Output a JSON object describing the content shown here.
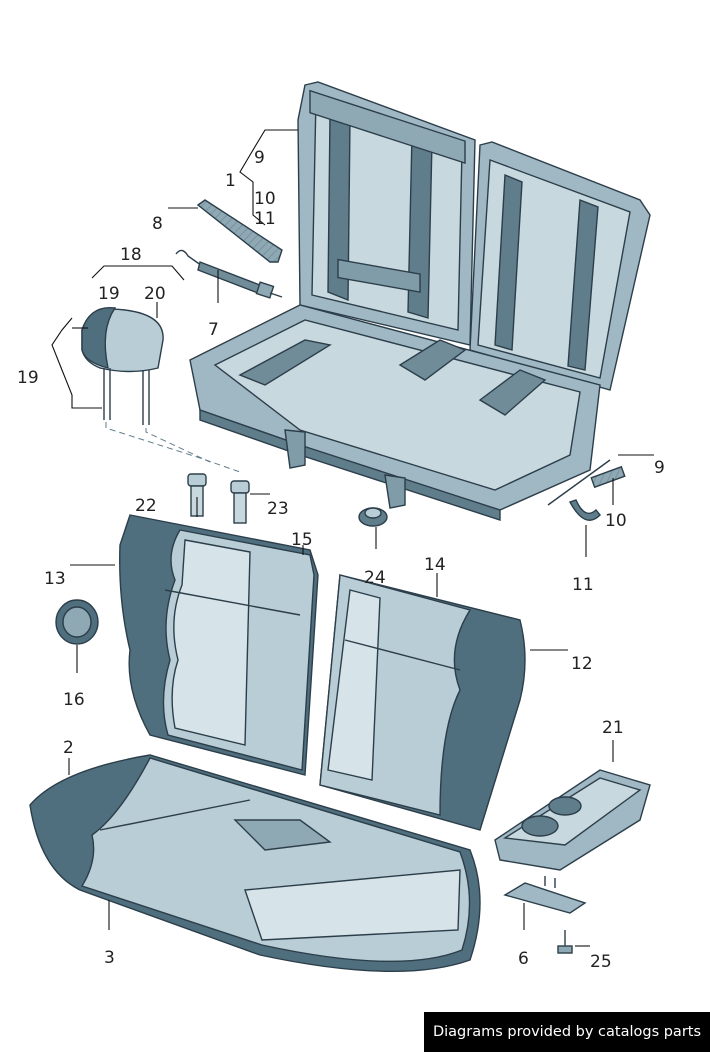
{
  "labels": {
    "p1": "1",
    "p2": "2",
    "p3": "3",
    "p6": "6",
    "p7": "7",
    "p8": "8",
    "p9a": "9",
    "p9b": "9",
    "p10a": "10",
    "p10b": "10",
    "p11a": "11",
    "p11b": "11",
    "p12": "12",
    "p13": "13",
    "p14": "14",
    "p15": "15",
    "p16": "16",
    "p18": "18",
    "p19a": "19",
    "p19b": "19",
    "p20": "20",
    "p21": "21",
    "p22": "22",
    "p23": "23",
    "p24": "24",
    "p25": "25"
  },
  "footer": {
    "credit": "Diagrams provided by catalogs parts"
  },
  "colors": {
    "seat_light": "#b8cdd6",
    "seat_mid": "#8ea8b4",
    "seat_dark": "#4f6f7e",
    "frame": "#9fb8c3",
    "frame_dark": "#5f7d8a"
  }
}
